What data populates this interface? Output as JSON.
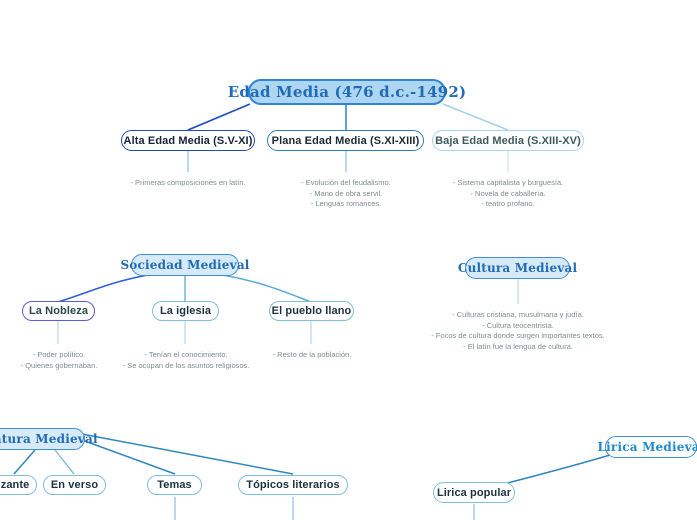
{
  "diagram": {
    "title": "Edad Media (476 d.c.-1492)",
    "background": "#ffffff",
    "colors": {
      "root_fill": "#aed6f1",
      "root_border": "#2f86d6",
      "root_text": "#1f6bb5",
      "branch_fill": "#d6eaf8",
      "edge_dark": "#1f4ec4",
      "edge_mid": "#2e7fb8",
      "edge_light": "#a8d3ea",
      "desc_text": "#7f8c8d"
    }
  },
  "nodes": {
    "root": {
      "label": "Edad Media (476 d.c.-1492)"
    },
    "alta": {
      "label": "Alta Edad Media (S.V-XI)"
    },
    "plana": {
      "label": "Plana Edad Media (S.XI-XIII)"
    },
    "baja": {
      "label": "Baja Edad Media (S.XIII-XV)"
    },
    "sociedad": {
      "label": "Sociedad Medieval"
    },
    "nobleza": {
      "label": "La Nobleza"
    },
    "iglesia": {
      "label": "La iglesia"
    },
    "pueblo": {
      "label": "El pueblo llano"
    },
    "cultura": {
      "label": "Cultura Medieval"
    },
    "literatura": {
      "label": "Literatura Medieval"
    },
    "danzante": {
      "label": "Danzante"
    },
    "enverso": {
      "label": "En verso"
    },
    "temas": {
      "label": "Temas"
    },
    "topicos": {
      "label": "Tópicos literarios"
    },
    "lirica_medieval": {
      "label": "Lirica Medieval"
    },
    "lirica_popular": {
      "label": "Lirica popular"
    }
  },
  "descriptions": {
    "alta": "- Primeras composiciones en latín.",
    "plana": "- Evolución del feudalismo.\n- Mano de obra servil.\n- Lenguas romances.",
    "baja": "- Sistema capitalista y burguesía.\n- Novela de caballería.\n- teatro profano.",
    "nobleza": "- Poder político.\n- Quienes gobernaban.",
    "iglesia": "- Tenían el conocimiento.\n- Se ocupan de los asuntos religiosos.",
    "pueblo": "- Resto de la población.",
    "cultura": "- Culturas cristiana, musulmana y judía.\n- Cultura teocentrista.\n- Focos de cultura donde surgen importantes textos.\n- El latín fue la lengua de cultura."
  }
}
